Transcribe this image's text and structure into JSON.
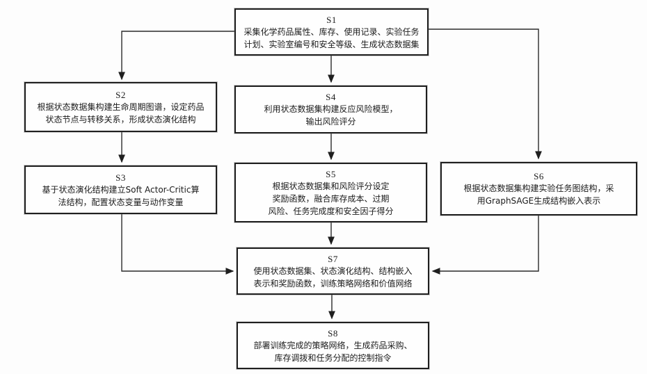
{
  "figure": {
    "type": "flowchart",
    "background": "#fdfdfd",
    "line_color": "#2a2a2a",
    "box_border_color": "#1f1f1f"
  },
  "nodes": {
    "s1": {
      "id": "S1",
      "lines": [
        "采集化学药品属性、库存、使用记录、实验任务",
        "计划、实验室编号和安全等级、生成状态数据集"
      ]
    },
    "s2": {
      "id": "S2",
      "lines": [
        "根据状态数据集构建生命周期图谱，设定药品",
        "状态节点与转移关系，形成状态演化结构"
      ]
    },
    "s3": {
      "id": "S3",
      "lines": [
        "基于状态演化结构建立Soft Actor-Critic算",
        "法结构，配置状态变量与动作变量"
      ]
    },
    "s4": {
      "id": "S4",
      "lines": [
        "利用状态数据集构建反应风险模型，",
        "输出风险评分"
      ]
    },
    "s5": {
      "id": "S5",
      "lines": [
        "根据状态数据集和风险评分设定",
        "奖励函数，融合库存成本、过期",
        "风险、任务完成度和安全因子得分"
      ]
    },
    "s6": {
      "id": "S6",
      "lines": [
        "根据状态数据集构建实验任务图结构，采",
        "用GraphSAGE生成结构嵌入表示"
      ]
    },
    "s7": {
      "id": "S7",
      "lines": [
        "使用状态数据集、状态演化结构、结构嵌入",
        "表示和奖励函数，训练策略网络和价值网络"
      ]
    },
    "s8": {
      "id": "S8",
      "lines": [
        "部署训练完成的策略网络，生成药品采购、",
        "库存调拨和任务分配的控制指令"
      ]
    }
  },
  "edges": [
    {
      "from": "S1",
      "to": "S2"
    },
    {
      "from": "S1",
      "to": "S4"
    },
    {
      "from": "S1",
      "to": "S6"
    },
    {
      "from": "S2",
      "to": "S3"
    },
    {
      "from": "S4",
      "to": "S5"
    },
    {
      "from": "S5",
      "to": "S7"
    },
    {
      "from": "S3",
      "to": "S7"
    },
    {
      "from": "S6",
      "to": "S7"
    },
    {
      "from": "S7",
      "to": "S8"
    }
  ]
}
